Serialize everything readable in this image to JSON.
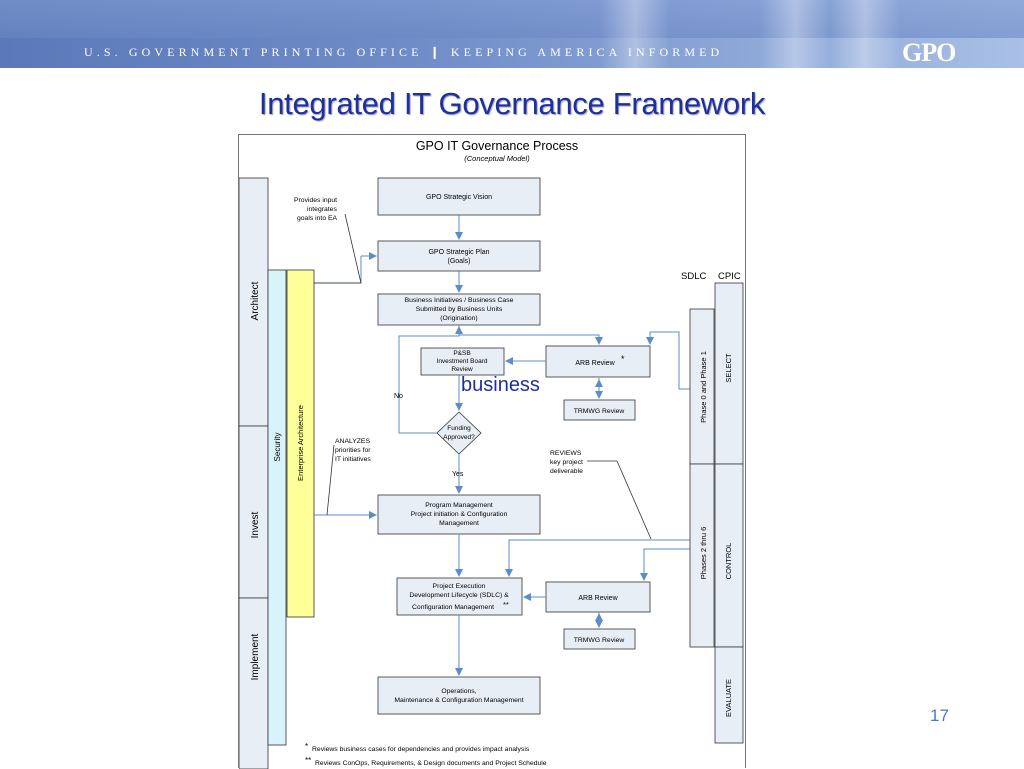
{
  "header": {
    "banner_text": "U.S. GOVERNMENT PRINTING OFFICE  ❙  KEEPING AMERICA INFORMED",
    "logo_text": "GPO",
    "slide_title": "Integrated IT Governance  Framework"
  },
  "diagram": {
    "title": "GPO IT Governance Process",
    "subtitle": "(Conceptual Model)",
    "phases": {
      "architect": "Architect",
      "invest": "Invest",
      "implement": "Implement"
    },
    "security": "Security",
    "enterprise_architecture": "Enterprise Architecture",
    "boxes": {
      "strategic_vision": "GPO Strategic Vision",
      "strategic_plan_1": "GPO Strategic Plan",
      "strategic_plan_2": "(Goals)",
      "business_init_1": "Business Initiatives / Business Case",
      "business_init_2": "Submitted by Business Units",
      "business_init_3": "(Origination)",
      "psb_1": "P&SB",
      "psb_2": "Investment Board",
      "psb_3": "Review",
      "arb_review_1": "ARB Review",
      "arb_star": "*",
      "trmwg_1": "TRMWG Review",
      "funding_1": "Funding",
      "funding_2": "Approved?",
      "program_mgmt_1": "Program Management",
      "program_mgmt_2": "Project initiation  & Configuration",
      "program_mgmt_3": "Management",
      "project_exec_1": "Project Execution",
      "project_exec_2": "Development Lifecycle (SDLC) &",
      "project_exec_3": "Configuration Management",
      "project_exec_star": "**",
      "arb_review_2": "ARB Review",
      "trmwg_2": "TRMWG Review",
      "operations_1": "Operations,",
      "operations_2": "Maintenance & Configuration Management"
    },
    "labels": {
      "no": "No",
      "yes": "Yes",
      "provides_1": "Provides input",
      "provides_2": "integrates",
      "provides_3": "goals into EA",
      "analyzes_1": "ANALYZES",
      "analyzes_2": "priorities for",
      "analyzes_3": "IT initiatives",
      "reviews_1": "REVIEWS",
      "reviews_2": "key project",
      "reviews_3": "deliverable"
    },
    "sdlc": "SDLC",
    "cpic": "CPIC",
    "sdlc_phases": {
      "phase01": "Phase 0 and Phase 1",
      "phase26": "Phases 2 thru 6"
    },
    "cpic_phases": {
      "select": "SELECT",
      "control": "CONTROL",
      "evaluate": "EVALUATE"
    },
    "footnotes": {
      "star1": "*",
      "note1": "Reviews business cases for dependencies and provides impact analysis",
      "star2": "**",
      "note2": "Reviews ConOps, Requirements, & Design documents and Project Schedule"
    },
    "colors": {
      "box_fill": "#e8eef6",
      "line": "#5b8dc8",
      "security_fill": "#d8f3fa",
      "ea_fill": "#ffff99"
    }
  },
  "overlay_text": "business",
  "page_number": "17"
}
